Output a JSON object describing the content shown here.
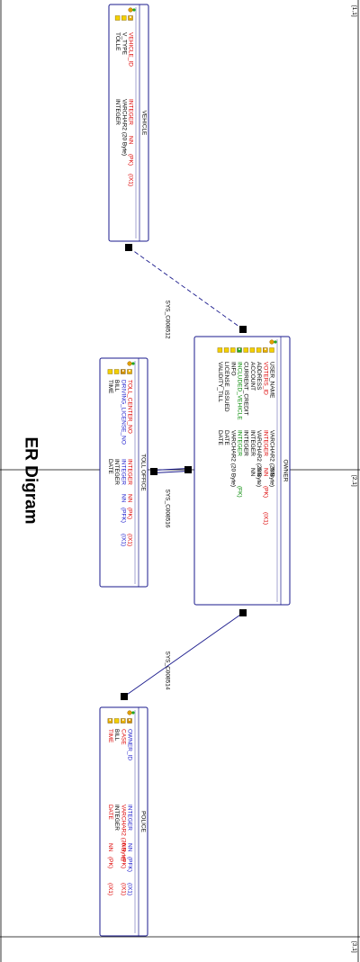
{
  "title": "ER Digram",
  "page_labels": [
    "[1,1]",
    "[2,1]",
    "[3,1]"
  ],
  "relationships": [
    {
      "name": "SYS_C008512",
      "from": "VEHICLE",
      "to": "OWNER",
      "style": "dashed"
    },
    {
      "name": "SYS_C008516",
      "from": "TOLL OFFICE",
      "to": "OWNER",
      "style": "solid"
    },
    {
      "name": "SYS_C008514",
      "from": "POLICE",
      "to": "OWNER",
      "style": "solid"
    }
  ],
  "entities": [
    {
      "name": "VEHICLE",
      "columns": [
        {
          "name": "VEHICLE_ID",
          "type": "INTEGER",
          "flags": "NN",
          "key": "(PK)",
          "index": "(IX1)",
          "color": "#dd0000",
          "icon": "key-icon"
        },
        {
          "name": "V_TYPE",
          "type": "VARCHAR2 (20 Byte)",
          "flags": "",
          "key": "",
          "index": "",
          "color": "#000000",
          "icon": "attribute-icon"
        },
        {
          "name": "TOLLE",
          "type": "INTEGER",
          "flags": "",
          "key": "",
          "index": "",
          "color": "#000000",
          "icon": "attribute-icon"
        }
      ]
    },
    {
      "name": "OWNER",
      "columns": [
        {
          "name": "USER_NAME",
          "type": "VARCHAR2 (20 Byte)",
          "flags": "NN",
          "key": "",
          "index": "",
          "color": "#000000",
          "icon": "attribute-icon"
        },
        {
          "name": "VOTERS_ID",
          "type": "INTEGER",
          "flags": "NN",
          "key": "(PK)",
          "index": "(IX1)",
          "color": "#dd0000",
          "icon": "key-icon"
        },
        {
          "name": "ADDRESS",
          "type": "VARCHAR2 (20 Byte)",
          "flags": "NN",
          "key": "",
          "index": "",
          "color": "#000000",
          "icon": "attribute-icon"
        },
        {
          "name": "ACCOUNT",
          "type": "INTEGER",
          "flags": "NN",
          "key": "",
          "index": "",
          "color": "#000000",
          "icon": "attribute-icon"
        },
        {
          "name": "CURRENT_CREDIT",
          "type": "INTEGER",
          "flags": "",
          "key": "",
          "index": "",
          "color": "#000000",
          "icon": "attribute-icon"
        },
        {
          "name": "INCLUDED_VEHICLE",
          "type": "INTEGER",
          "flags": "",
          "key": "(FK)",
          "index": "",
          "color": "#008800",
          "icon": "foreign-key-icon"
        },
        {
          "name": "INFO",
          "type": "VARCHAR2 (20 Byte)",
          "flags": "",
          "key": "",
          "index": "",
          "color": "#000000",
          "icon": "attribute-icon"
        },
        {
          "name": "LICENSE_ISSUED",
          "type": "DATE",
          "flags": "",
          "key": "",
          "index": "",
          "color": "#000000",
          "icon": "attribute-icon"
        },
        {
          "name": "VALIDITY_TILL",
          "type": "DATE",
          "flags": "",
          "key": "",
          "index": "",
          "color": "#000000",
          "icon": "attribute-icon"
        }
      ]
    },
    {
      "name": "TOLL OFFICE",
      "columns": [
        {
          "name": "TOLL_CENTER_NO",
          "type": "INTEGER",
          "flags": "NN",
          "key": "(PK)",
          "index": "(IX1)",
          "color": "#dd0000",
          "icon": "key-icon"
        },
        {
          "name": "DRIVING_LICENSE_NO",
          "type": "INTEGER",
          "flags": "NN",
          "key": "(PFK)",
          "index": "(IX1)",
          "color": "#1a1acc",
          "icon": "pf-key-icon"
        },
        {
          "name": "BILL",
          "type": "INTEGER",
          "flags": "",
          "key": "",
          "index": "",
          "color": "#000000",
          "icon": "attribute-icon"
        },
        {
          "name": "TIME",
          "type": "DATE",
          "flags": "",
          "key": "",
          "index": "",
          "color": "#000000",
          "icon": "attribute-icon"
        }
      ]
    },
    {
      "name": "POLICE",
      "columns": [
        {
          "name": "OWNER_ID",
          "type": "INTEGER",
          "flags": "NN",
          "key": "(PFK)",
          "index": "(IX1)",
          "color": "#1a1acc",
          "icon": "pf-key-icon"
        },
        {
          "name": "CASE",
          "type": "VARCHAR2 (30 Byte)",
          "flags": "NN",
          "key": "(PK)",
          "index": "(IX1)",
          "color": "#dd0000",
          "icon": "key-icon"
        },
        {
          "name": "BILL",
          "type": "INTEGER",
          "flags": "",
          "key": "",
          "index": "",
          "color": "#000000",
          "icon": "attribute-icon"
        },
        {
          "name": "TIME",
          "type": "DATE",
          "flags": "NN",
          "key": "(PK)",
          "index": "(IX1)",
          "color": "#dd0000",
          "icon": "key-icon"
        }
      ]
    }
  ],
  "colors": {
    "border": "#1a1a8c",
    "primary_key": "#dd0000",
    "foreign_key": "#008800",
    "pf_key": "#1a1acc",
    "key_icon": "#e8c020",
    "grid_line": "#000000"
  }
}
